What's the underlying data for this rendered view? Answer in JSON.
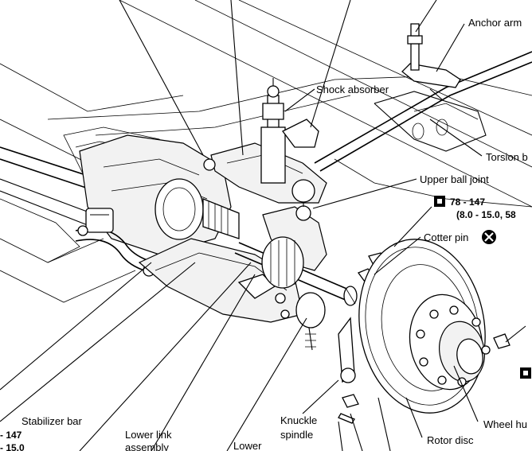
{
  "labels": {
    "anchor_arm": "Anchor arm",
    "shock_absorber": "Shock absorber",
    "torsion_bar": "Torsion b",
    "upper_ball_joint": "Upper ball joint",
    "torque_upper_ball_joint": "78 - 147",
    "torque_upper_ball_joint_kgm": "(8.0 - 15.0, 58",
    "cotter_pin": "Cotter pin",
    "stabilizer_bar": "Stabilizer bar",
    "torque_left_1": "- 147",
    "torque_left_2": "- 15.0",
    "lower_link_1": "Lower link",
    "lower_link_2": "assembly",
    "lower": "Lower",
    "knuckle_1": "Knuckle",
    "knuckle_2": "spindle",
    "rotor_disc": "Rotor disc",
    "wheel_hub": "Wheel hu"
  },
  "icons": {
    "torque_wrench": "torque-wrench-icon",
    "do_not_reuse": "x-circle-icon"
  }
}
